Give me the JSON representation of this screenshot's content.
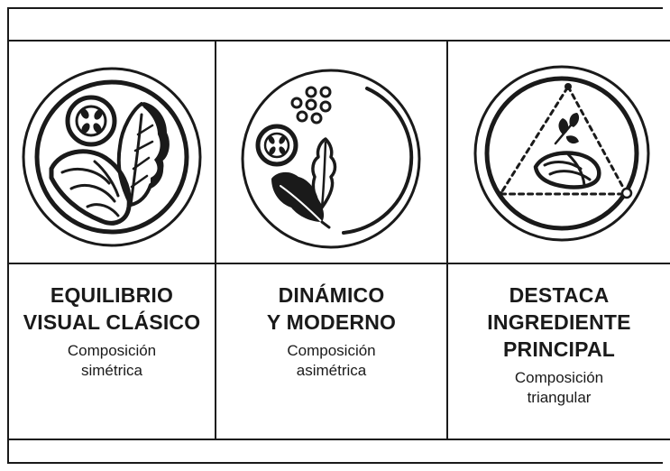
{
  "panels": [
    {
      "id": "symmetric",
      "title_lines": [
        "EQUILIBRIO",
        "VISUAL CLÁSICO"
      ],
      "subtitle_lines": [
        "Composición",
        "simétrica"
      ],
      "icon": "symmetric-plate-icon"
    },
    {
      "id": "asymmetric",
      "title_lines": [
        "DINÁMICO",
        "Y MODERNO"
      ],
      "subtitle_lines": [
        "Composición",
        "asimétrica"
      ],
      "icon": "asymmetric-plate-icon"
    },
    {
      "id": "triangular",
      "title_lines": [
        "DESTACA",
        "INGREDIENTE",
        "PRINCIPAL"
      ],
      "subtitle_lines": [
        "Composición",
        "triangular"
      ],
      "icon": "triangular-plate-icon"
    }
  ],
  "colors": {
    "ink": "#1a1a1a",
    "background": "#ffffff"
  }
}
